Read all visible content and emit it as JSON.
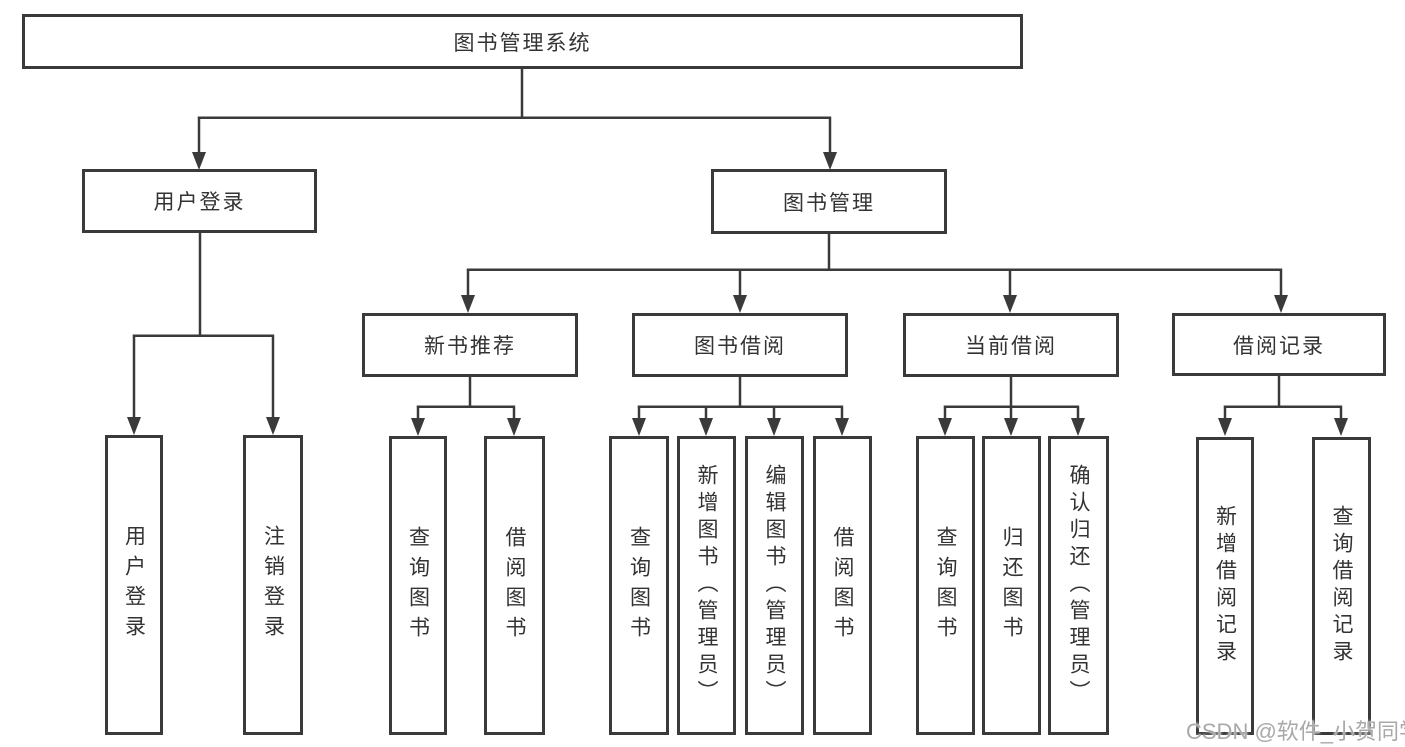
{
  "diagram_type": "hierarchy-tree",
  "colors": {
    "background": "#ffffff",
    "line": "#3a3a3a",
    "box_border": "#3a3a3a",
    "text": "#333333",
    "watermark": "#a9a9a9"
  },
  "tree": {
    "label": "图书管理系统",
    "children": [
      {
        "label": "用户登录",
        "children": [
          {
            "label": "用户登录"
          },
          {
            "label": "注销登录"
          }
        ]
      },
      {
        "label": "图书管理",
        "children": [
          {
            "label": "新书推荐",
            "children": [
              {
                "label": "查询图书"
              },
              {
                "label": "借阅图书"
              }
            ]
          },
          {
            "label": "图书借阅",
            "children": [
              {
                "label": "查询图书"
              },
              {
                "label": "新增图书（管理员）"
              },
              {
                "label": "编辑图书（管理员）"
              },
              {
                "label": "借阅图书"
              }
            ]
          },
          {
            "label": "当前借阅",
            "children": [
              {
                "label": "查询图书"
              },
              {
                "label": "归还图书"
              },
              {
                "label": "确认归还（管理员）"
              }
            ]
          },
          {
            "label": "借阅记录",
            "children": [
              {
                "label": "新增借阅记录"
              },
              {
                "label": "查询借阅记录"
              }
            ]
          }
        ]
      }
    ]
  },
  "watermark": {
    "text": "CSDN @软件_小贺同学"
  }
}
